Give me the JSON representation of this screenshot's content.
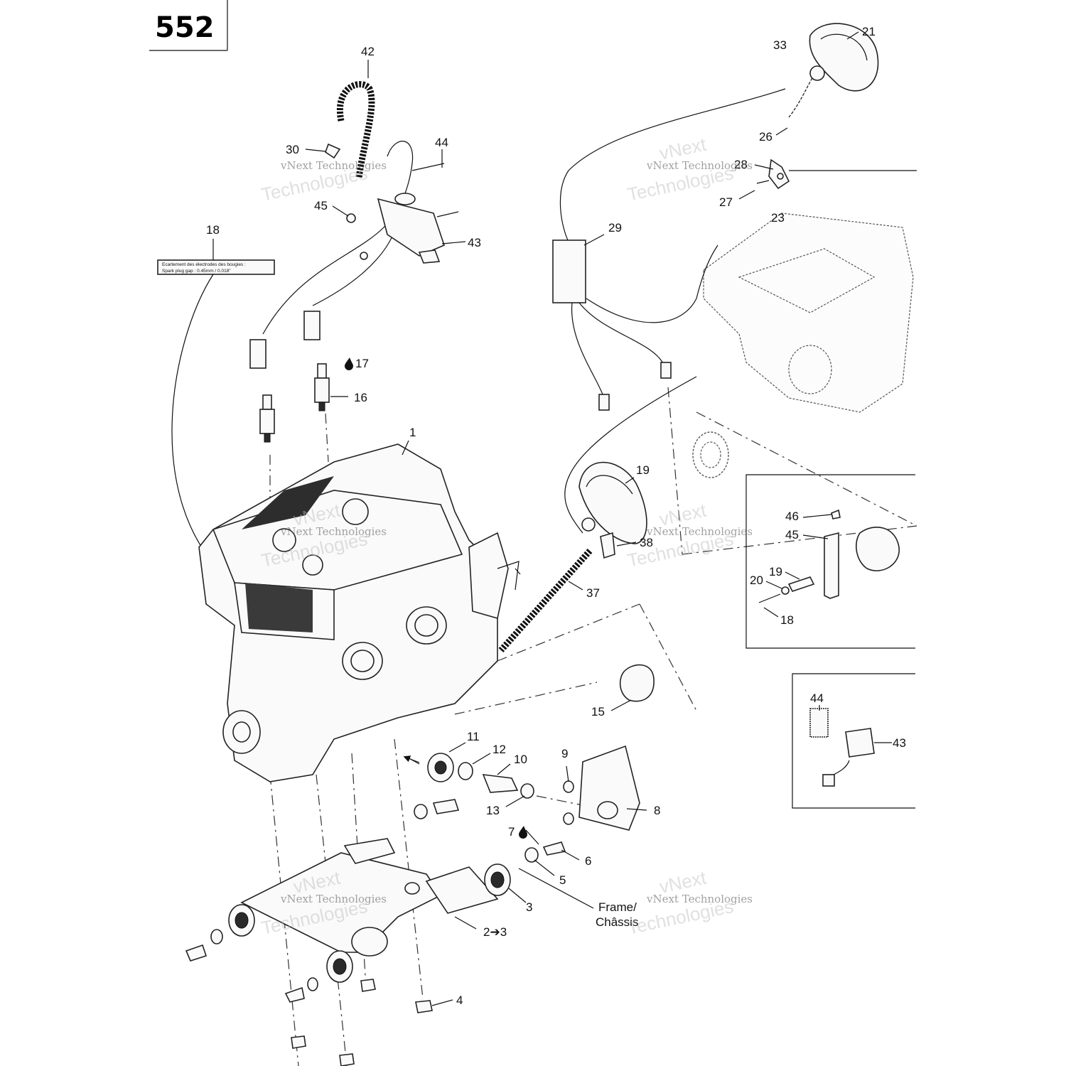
{
  "page_number": "552",
  "watermark": {
    "line1": "vNext Technologies",
    "line2": "vNext",
    "line3": "Technologies"
  },
  "label_text": {
    "line1": "Ecartement des électrodes des bougies :",
    "line2": "Spark plug gap :   0.45mm / 0.018\""
  },
  "frame_label": {
    "line1": "Frame/",
    "line2": "Châssis"
  },
  "callouts": {
    "c1": "1",
    "c2_3": "2➔3",
    "c3": "3",
    "c4": "4",
    "c5": "5",
    "c6": "6",
    "c7": "7",
    "c8": "8",
    "c9": "9",
    "c10": "10",
    "c11": "11",
    "c12": "12",
    "c13": "13",
    "c15": "15",
    "c16": "16",
    "c17": "17",
    "c18": "18",
    "c19": "19",
    "c21": "21",
    "c23": "23",
    "c26": "26",
    "c27": "27",
    "c28": "28",
    "c29": "29",
    "c30": "30",
    "c33": "33",
    "c37": "37",
    "c38": "38",
    "c42": "42",
    "c43": "43",
    "c44": "44",
    "c45": "45",
    "i46": "46",
    "i45": "45",
    "i19": "19",
    "i20": "20",
    "i18": "18",
    "i44": "44",
    "i43": "43"
  }
}
